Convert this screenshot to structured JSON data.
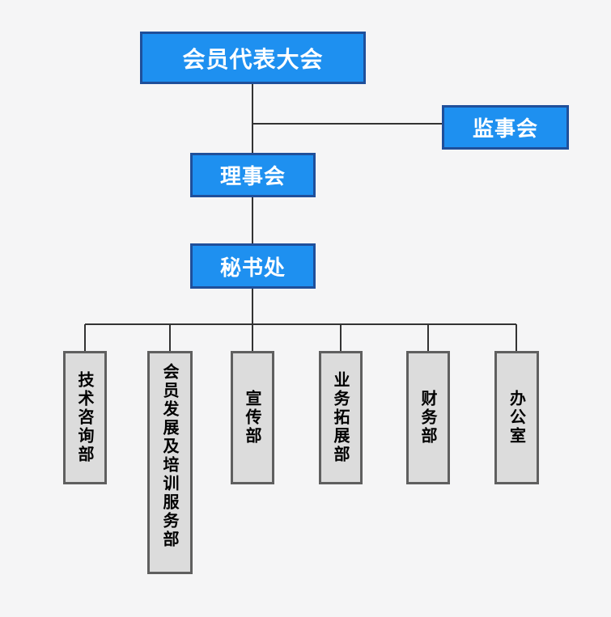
{
  "org_chart": {
    "top": {
      "label": "会员代表大会"
    },
    "supervisory": {
      "label": "监事会"
    },
    "council": {
      "label": "理事会"
    },
    "secretariat": {
      "label": "秘书处"
    },
    "departments": [
      {
        "label": "技术咨询部"
      },
      {
        "label": "会员发展及培训服务部"
      },
      {
        "label": "宣传部"
      },
      {
        "label": "业务拓展部"
      },
      {
        "label": "财务部"
      },
      {
        "label": "办公室"
      }
    ]
  },
  "colors": {
    "background": "#f5f5f6",
    "blue_fill": "#1e90f0",
    "blue_border": "#1f4f9a",
    "gray_fill": "#dcdcdc",
    "gray_border": "#5f5f5f",
    "connector": "#333333"
  }
}
